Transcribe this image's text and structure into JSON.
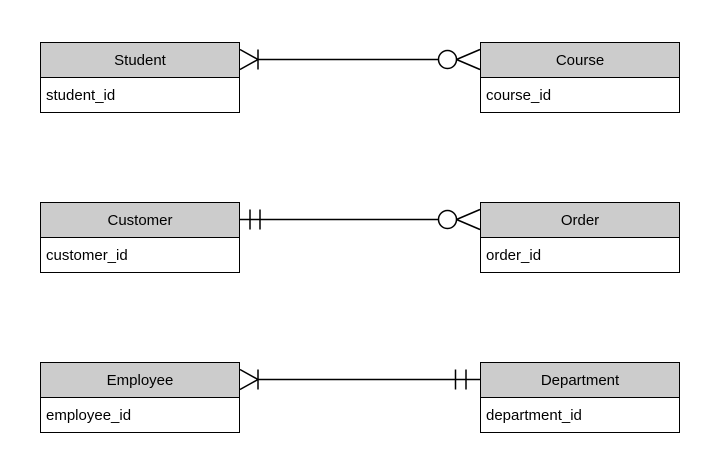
{
  "diagram": {
    "type": "entity-relationship-diagram",
    "notation": "crows-foot",
    "colors": {
      "entity_header_fill": "#cccccc",
      "entity_body_fill": "#ffffff",
      "line": "#000000",
      "background": "#ffffff"
    }
  },
  "entities": [
    {
      "id": "student",
      "title": "Student",
      "attributes": [
        "student_id"
      ]
    },
    {
      "id": "course",
      "title": "Course",
      "attributes": [
        "course_id"
      ]
    },
    {
      "id": "customer",
      "title": "Customer",
      "attributes": [
        "customer_id"
      ]
    },
    {
      "id": "order",
      "title": "Order",
      "attributes": [
        "order_id"
      ]
    },
    {
      "id": "employee",
      "title": "Employee",
      "attributes": [
        "employee_id"
      ]
    },
    {
      "id": "department",
      "title": "Department",
      "attributes": [
        "department_id"
      ]
    }
  ],
  "relationships": [
    {
      "from": "Student",
      "to": "Course",
      "from_cardinality": "one or many",
      "to_cardinality": "zero or many",
      "from_symbol": "crows-foot-with-bar",
      "to_symbol": "circle-with-crows-foot"
    },
    {
      "from": "Customer",
      "to": "Order",
      "from_cardinality": "exactly one",
      "to_cardinality": "zero or many",
      "from_symbol": "double-bar",
      "to_symbol": "circle-with-crows-foot"
    },
    {
      "from": "Employee",
      "to": "Department",
      "from_cardinality": "one or many",
      "to_cardinality": "exactly one",
      "from_symbol": "crows-foot-with-bar",
      "to_symbol": "double-bar"
    }
  ]
}
